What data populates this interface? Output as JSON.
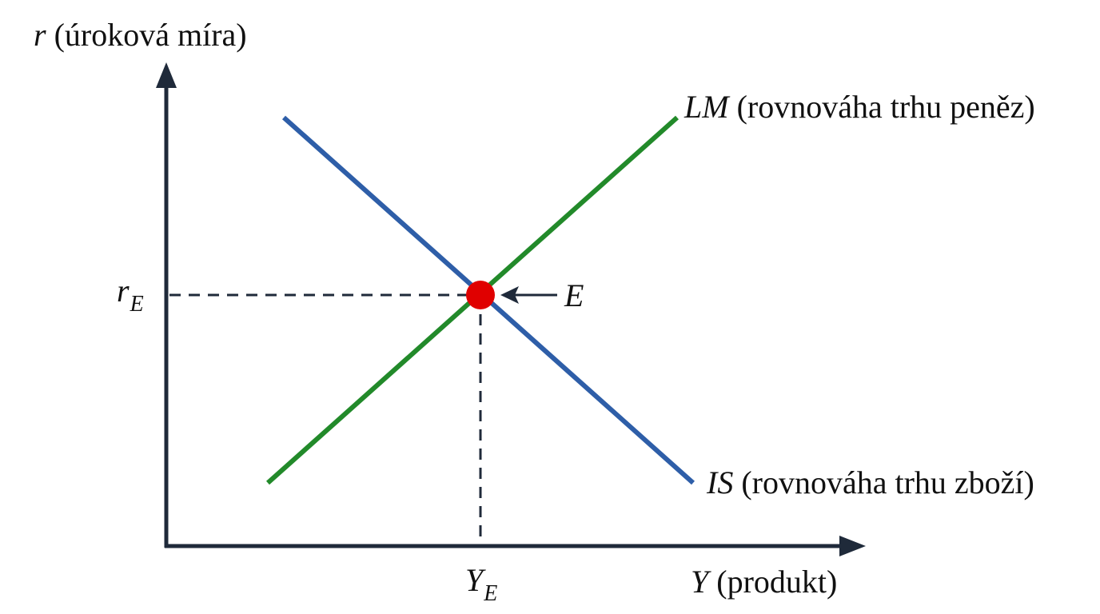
{
  "diagram": {
    "type": "IS-LM model",
    "colors": {
      "axis": "#1f2a3a",
      "is_curve": "#2e5ea8",
      "lm_curve": "#228a2a",
      "equilibrium_point": "#e00000",
      "dashed_guide": "#1f2a3a"
    },
    "y_axis": {
      "symbol": "r",
      "description": "(úroková míra)"
    },
    "x_axis": {
      "symbol": "Y",
      "description": "(produkt)"
    },
    "curves": [
      {
        "id": "LM",
        "symbol": "LM",
        "description": "(rovnováha trhu peněz)",
        "slope": "upward"
      },
      {
        "id": "IS",
        "symbol": "IS",
        "description": "(rovnováha trhu zboží)",
        "slope": "downward"
      }
    ],
    "equilibrium": {
      "label": "E",
      "r_label": "r",
      "r_subscript": "E",
      "y_label": "Y",
      "y_subscript": "E"
    }
  }
}
